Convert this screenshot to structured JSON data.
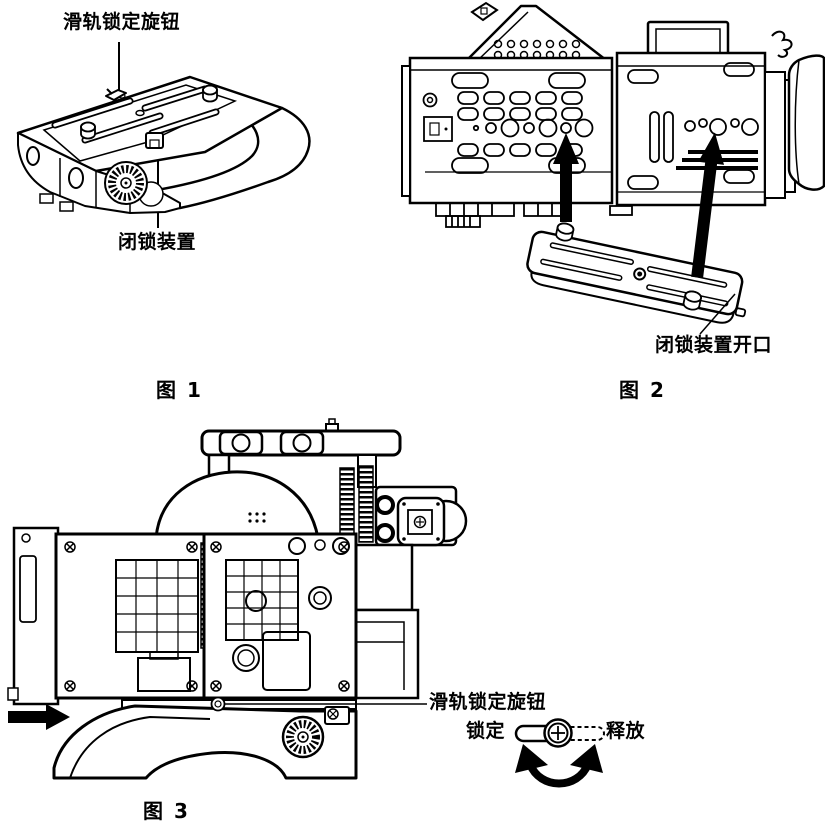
{
  "figure1": {
    "caption": "图 1",
    "labels": {
      "slide_rail_lock_knob": "滑轨锁定旋钮",
      "lock_device": "闭锁装置"
    }
  },
  "figure2": {
    "caption": "图 2",
    "labels": {
      "lock_device_opening": "闭锁装置开口"
    }
  },
  "figure3": {
    "caption": "图 3",
    "labels": {
      "slide_rail_lock_knob": "滑轨锁定旋钮",
      "lock": "锁定",
      "release": "释放"
    }
  },
  "colors": {
    "line": "#000000",
    "background": "#ffffff"
  }
}
